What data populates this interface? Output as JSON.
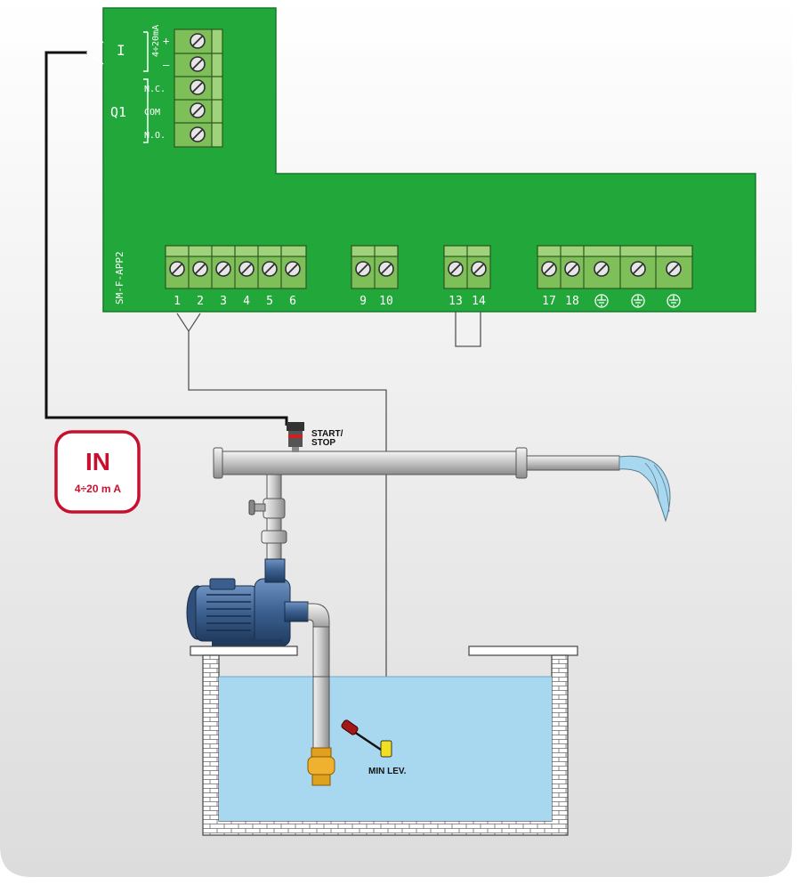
{
  "board": {
    "input_label": "I",
    "input_range": "4÷20mA",
    "plus": "+",
    "minus": "–",
    "relay_label": "Q1",
    "relay_contacts": [
      "N.C.",
      "COM",
      "N.O."
    ],
    "board_id": "SM-F-APP2",
    "terminal_numbers": [
      "1",
      "2",
      "3",
      "4",
      "5",
      "6",
      "9",
      "10",
      "13",
      "14",
      "17",
      "18"
    ],
    "ground_symbol": "⏚"
  },
  "labels": {
    "start_stop_line1": "START/",
    "start_stop_line2": "STOP",
    "min_level": "MIN LEV."
  },
  "badge": {
    "title": "IN",
    "subtitle": "4÷20 m A"
  },
  "colors": {
    "board_green": "#22a83a",
    "terminal_green": "#7fbf5a",
    "water_blue": "#a8d8f0",
    "badge_red": "#c8102e",
    "pump_blue": "#3a5f8f"
  }
}
